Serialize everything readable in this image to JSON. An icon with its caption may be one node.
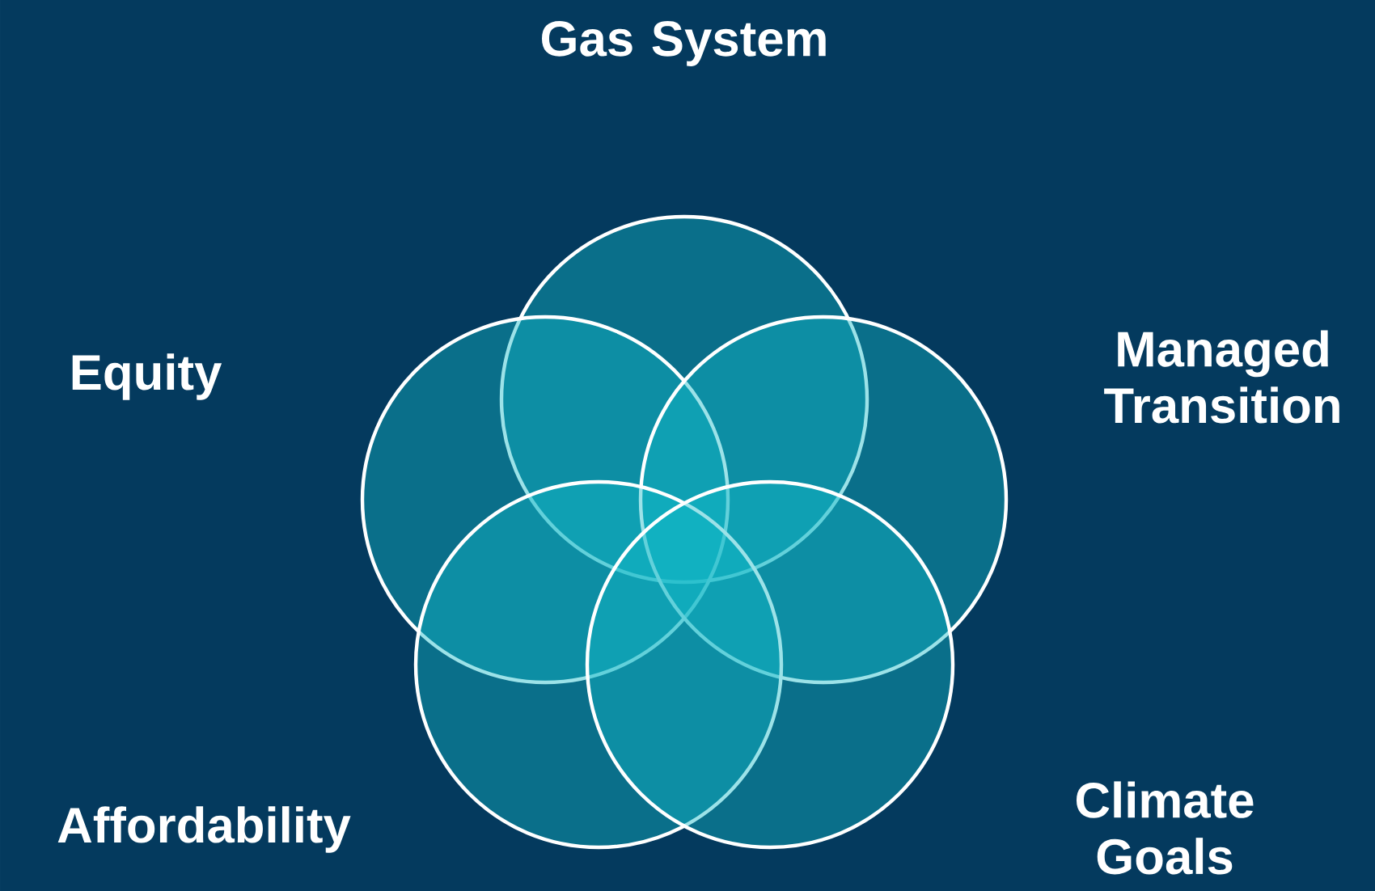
{
  "diagram": {
    "nodes": [
      {
        "text": [],
        "shape": "circle"
      },
      {
        "text": [],
        "shape": "circle"
      },
      {
        "text": [],
        "shape": "circle"
      },
      {
        "text": [],
        "shape": "circle"
      },
      {
        "text": [],
        "shape": "circle"
      }
    ],
    "labels": [
      "Gas System",
      "Equity",
      "Managed Transition",
      "Climate Goals",
      "Affordability"
    ]
  }
}
